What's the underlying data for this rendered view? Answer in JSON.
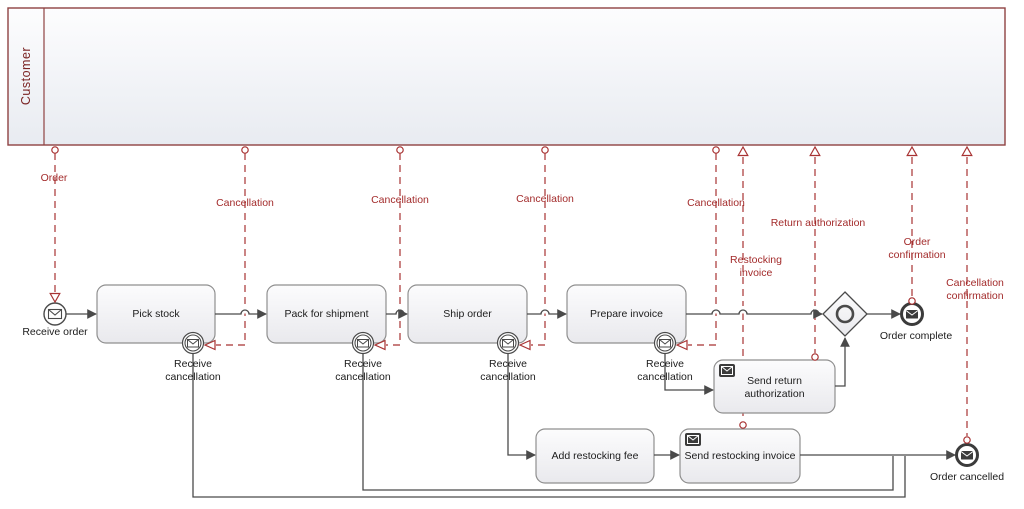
{
  "pool": {
    "label": "Customer"
  },
  "tasks": {
    "pick_stock": "Pick stock",
    "pack_for_shipment": "Pack for shipment",
    "ship_order": "Ship order",
    "prepare_invoice": "Prepare invoice",
    "send_return_authorization": "Send return authorization",
    "add_restocking_fee": "Add restocking fee",
    "send_restocking_invoice": "Send restocking invoice"
  },
  "events": {
    "receive_order": "Receive order",
    "receive_cancellation": "Receive cancellation",
    "order_complete": "Order complete",
    "order_cancelled": "Order cancelled"
  },
  "messages": {
    "order": "Order",
    "cancellation": "Cancellation",
    "restocking_invoice": "Restocking invoice",
    "return_authorization": "Return authorization",
    "order_confirmation": "Order confirmation",
    "cancellation_confirmation": "Cancellation confirmation"
  },
  "colors": {
    "message_red": "#a83232",
    "flow_gray": "#4a4a4a",
    "pool_border": "#8f4242"
  }
}
